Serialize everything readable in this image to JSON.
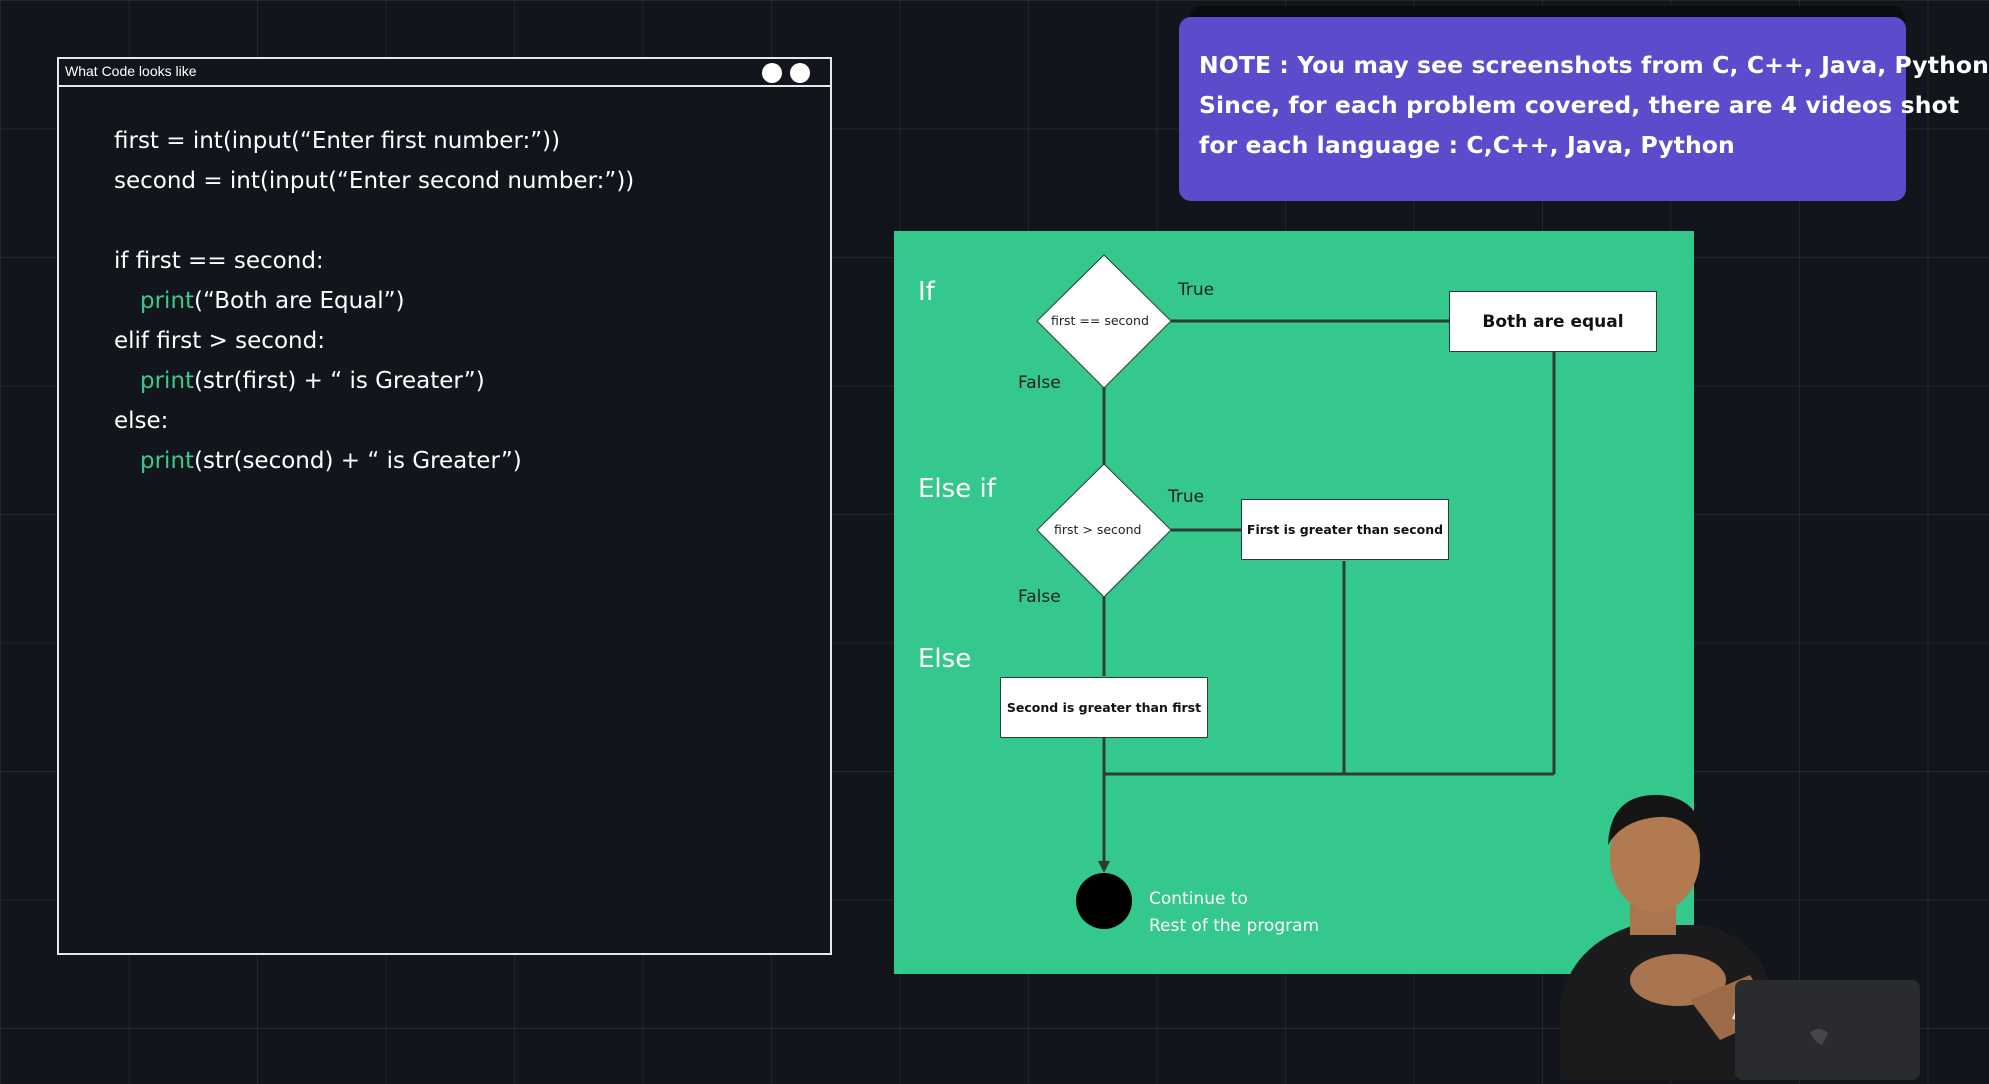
{
  "code_window": {
    "title": "What Code looks like",
    "lines": [
      {
        "kw": "",
        "text": "first = int(input(“Enter first number:”))"
      },
      {
        "kw": "",
        "text": "second = int(input(“Enter second number:”))"
      },
      {
        "kw": "",
        "text": ""
      },
      {
        "kw": "",
        "text": "if first == second:"
      },
      {
        "kw": "print",
        "text": "(“Both are Equal”)"
      },
      {
        "kw": "",
        "text": "elif first > second:"
      },
      {
        "kw": "print",
        "text": "(str(first) + “ is Greater”)"
      },
      {
        "kw": "",
        "text": "else:"
      },
      {
        "kw": "print",
        "text": "(str(second) + “ is Greater”)"
      }
    ]
  },
  "note": {
    "lines": [
      "NOTE : You may see screenshots from C, C++, Java, Python",
      "Since, for each problem covered, there are 4 videos shot",
      "for each language : C,C++, Java, Python"
    ]
  },
  "flowchart": {
    "labels": {
      "if": "If",
      "else_if": "Else if",
      "else": "Else"
    },
    "decisions": {
      "first_equal": "first == second",
      "first_greater": "first > second"
    },
    "branches": {
      "true_1": "True",
      "false_1": "False",
      "true_2": "True",
      "false_2": "False"
    },
    "outcomes": {
      "both_equal": "Both are equal",
      "first_greater": "First is greater than second",
      "second_greater": "Second is greater than first"
    },
    "end": {
      "line1": "Continue to",
      "line2": "Rest of the program"
    }
  },
  "colors": {
    "background": "#12151c",
    "code_keyword": "#3cc98a",
    "note_background": "#5b4ccc",
    "flowchart_background": "#35c88c",
    "line_color": "#2d3b36"
  },
  "icons": [
    "window-dot-icon",
    "window-dot-icon"
  ]
}
